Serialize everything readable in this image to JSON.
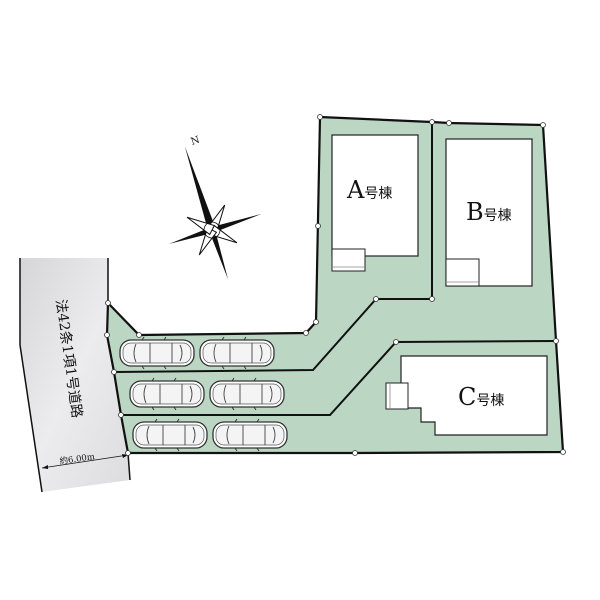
{
  "road": {
    "label": "法42条1項1号道路",
    "width_label": "約6.00m"
  },
  "compass": {
    "north_label": "N"
  },
  "buildings": [
    {
      "letter": "A",
      "suffix": "号棟"
    },
    {
      "letter": "B",
      "suffix": "号棟"
    },
    {
      "letter": "C",
      "suffix": "号棟"
    }
  ],
  "parking": {
    "car_count": 6
  },
  "colors": {
    "lot": "#bcd6c4",
    "road": "#e4e4e6",
    "line": "#111111"
  }
}
